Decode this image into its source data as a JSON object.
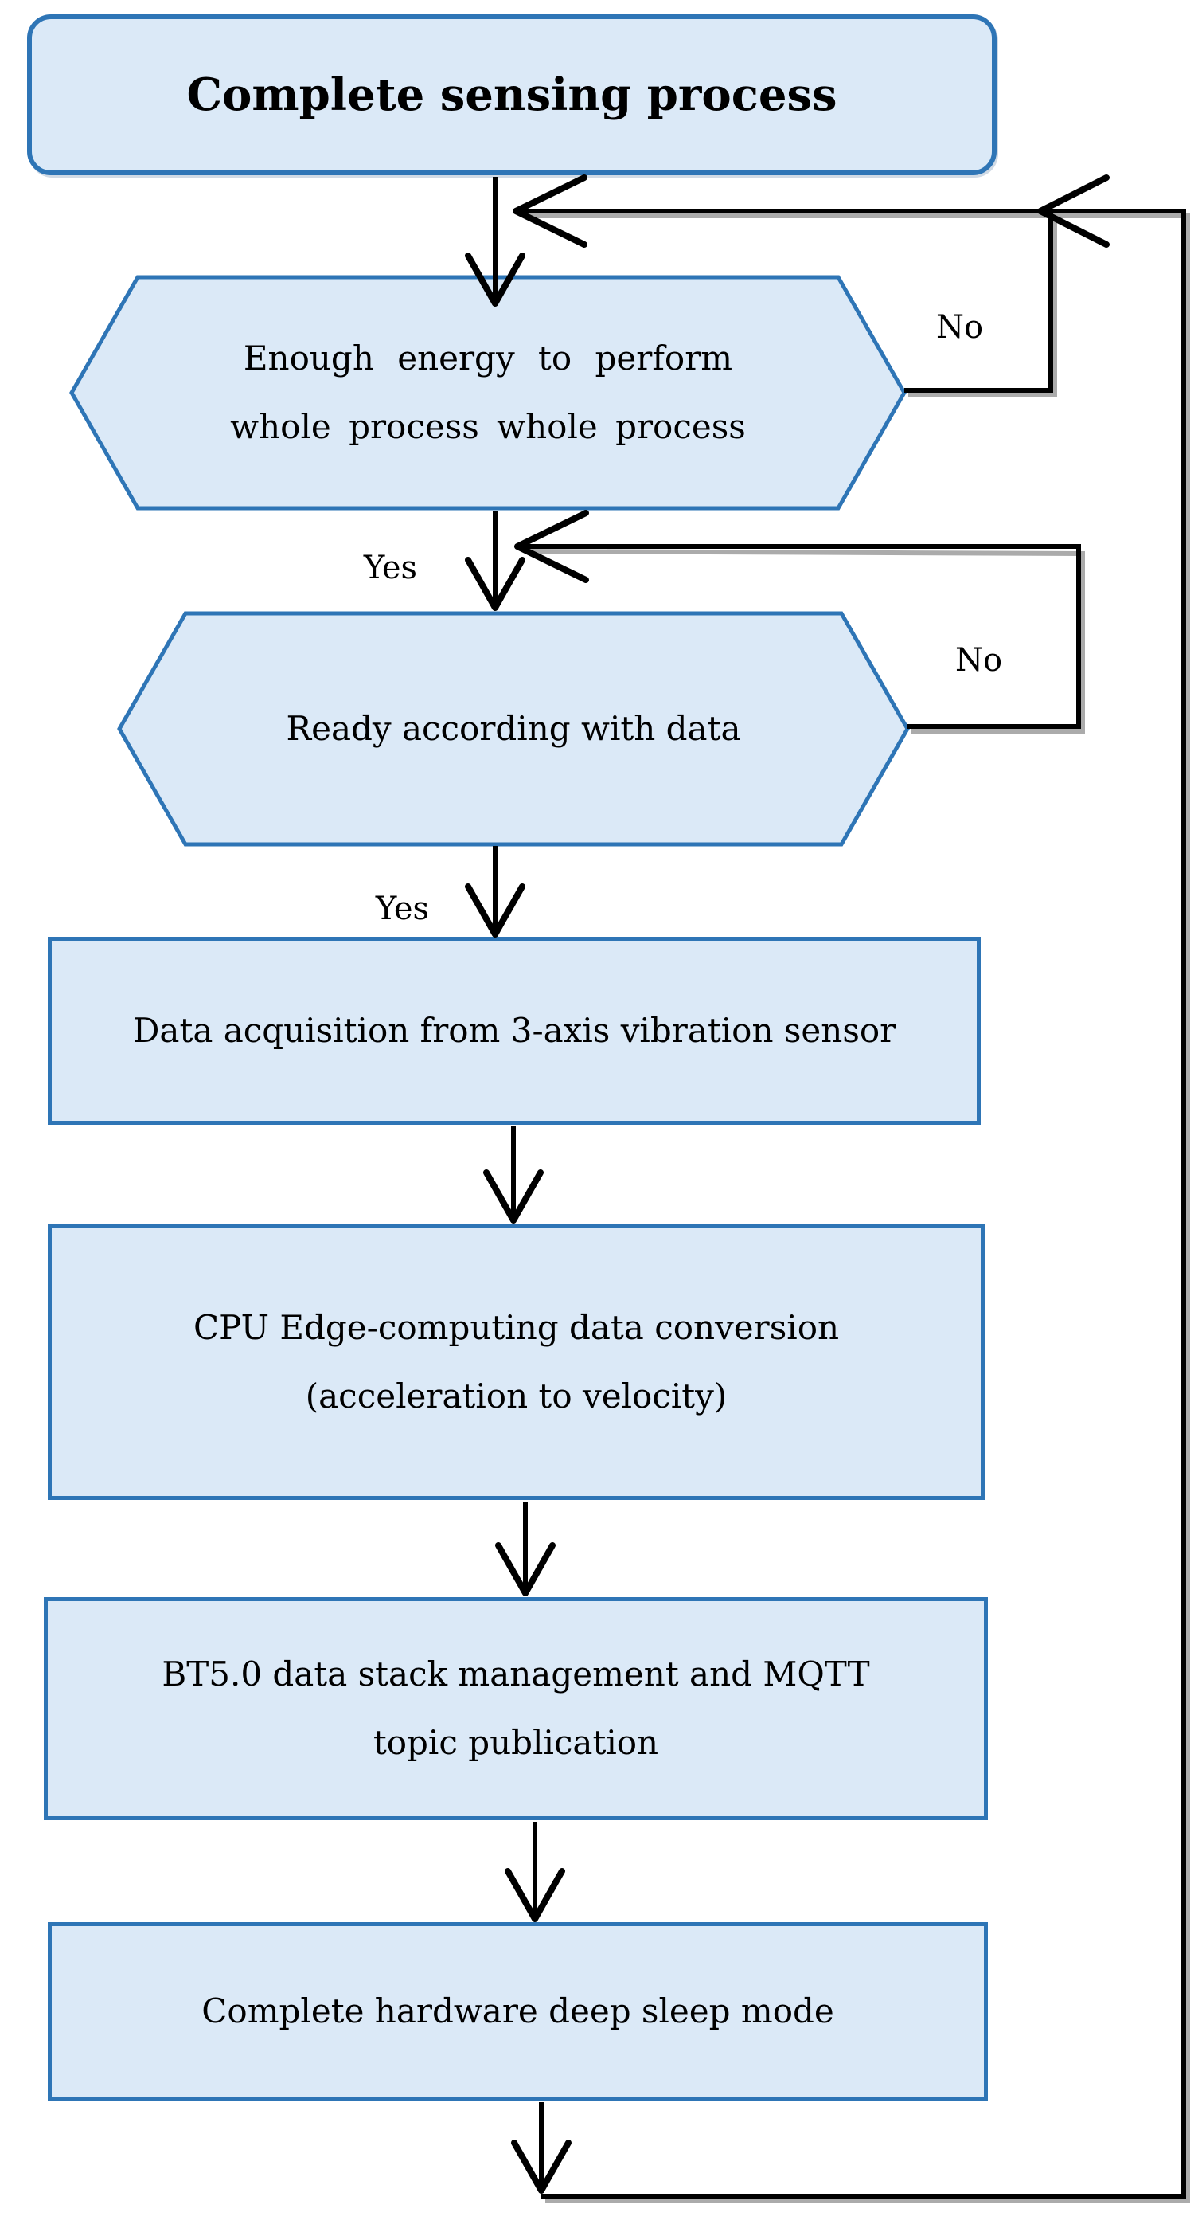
{
  "flowchart": {
    "nodes": {
      "start": {
        "type": "rounded-rect",
        "label": "Complete sensing process"
      },
      "energy_check": {
        "type": "hexagon-decision",
        "lines": [
          "Enough energy to perform",
          "whole process whole process"
        ]
      },
      "ready_check": {
        "type": "hexagon-decision",
        "lines": [
          "Ready according with data"
        ]
      },
      "acquisition": {
        "type": "process",
        "lines": [
          "Data acquisition from 3-axis vibration sensor"
        ]
      },
      "conversion": {
        "type": "process",
        "lines": [
          "CPU Edge-computing data conversion",
          "(acceleration to velocity)"
        ]
      },
      "publication": {
        "type": "process",
        "lines": [
          "BT5.0 data stack management and MQTT",
          "topic publication"
        ]
      },
      "sleep": {
        "type": "process",
        "lines": [
          "Complete hardware deep sleep mode"
        ]
      }
    },
    "edge_labels": {
      "energy_no": "No",
      "energy_yes": "Yes",
      "ready_no": "No",
      "ready_yes": "Yes"
    },
    "colors": {
      "node_fill": "#dbe9f7",
      "node_border": "#2e75b6",
      "line": "#000000",
      "line_shadow": "#ababab",
      "text": "#000000"
    }
  }
}
